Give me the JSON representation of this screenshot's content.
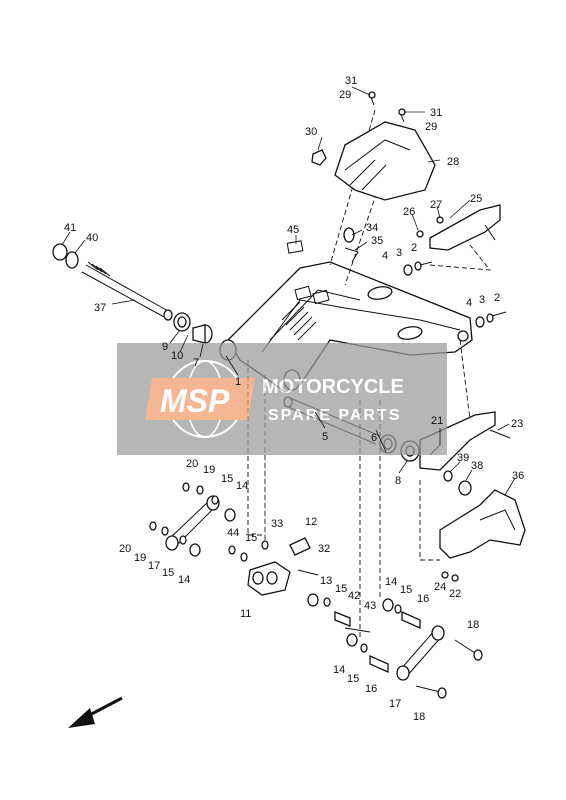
{
  "callouts": [
    "1",
    "2",
    "3",
    "4",
    "5",
    "6",
    "7",
    "8",
    "9",
    "10",
    "11",
    "12",
    "13",
    "14",
    "15",
    "16",
    "17",
    "18",
    "19",
    "20",
    "21",
    "22",
    "23",
    "24",
    "25",
    "26",
    "27",
    "28",
    "29",
    "30",
    "31",
    "32",
    "33",
    "34",
    "35",
    "36",
    "37",
    "38",
    "39",
    "40",
    "41",
    "42",
    "43",
    "44",
    "45"
  ],
  "watermark": {
    "logo_text": "MSP",
    "line1": "MOTORCYCLE",
    "line2": "SPARE PARTS"
  },
  "colors": {
    "ink": "#111111",
    "watermark_bg": "#9a9a9a",
    "watermark_logo": "#f29a6b"
  },
  "icons": {
    "direction": "front-direction-arrow-icon"
  }
}
